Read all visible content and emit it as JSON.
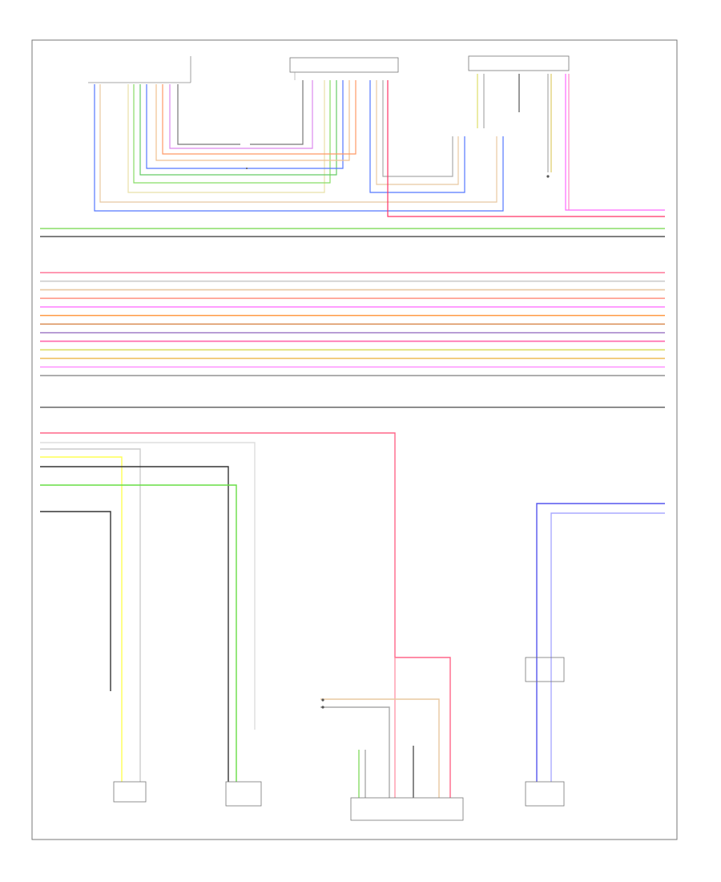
{
  "diagram": {
    "footer_label": "",
    "legend": [
      "",
      ""
    ],
    "top_components": [
      {
        "id": "c1",
        "label": ""
      },
      {
        "id": "c2",
        "label": ""
      },
      {
        "id": "c3",
        "label": ""
      }
    ],
    "bottom_components": [
      {
        "id": "b1",
        "label": ""
      },
      {
        "id": "b2",
        "label": ""
      },
      {
        "id": "b3",
        "label": ""
      },
      {
        "id": "b4",
        "label": ""
      }
    ],
    "ground_label": "",
    "bus": {
      "upper": [
        {
          "color": "#88dd66",
          "left_label": "",
          "right_label": ""
        },
        {
          "color": "#555555",
          "left_label": "",
          "right_label": ""
        }
      ],
      "main": [
        {
          "color": "#ff7799",
          "left_label": "",
          "right_label": ""
        },
        {
          "color": "#cccccc",
          "left_label": "",
          "right_label": ""
        },
        {
          "color": "#e8c8a0",
          "left_label": "",
          "right_label": ""
        },
        {
          "color": "#ff9988",
          "left_label": "",
          "right_label": ""
        },
        {
          "color": "#ff88ff",
          "left_label": "",
          "right_label": ""
        },
        {
          "color": "#ff9944",
          "left_label": "",
          "right_label": ""
        },
        {
          "color": "#dd9966",
          "left_label": "",
          "right_label": ""
        },
        {
          "color": "#aa88cc",
          "left_label": "",
          "right_label": ""
        },
        {
          "color": "#ff66aa",
          "left_label": "",
          "right_label": ""
        },
        {
          "color": "#dddd66",
          "left_label": "",
          "right_label": ""
        },
        {
          "color": "#eebb55",
          "left_label": "",
          "right_label": ""
        },
        {
          "color": "#ff99ff",
          "left_label": "",
          "right_label": ""
        },
        {
          "color": "#999999",
          "left_label": "",
          "right_label": ""
        }
      ],
      "lower": {
        "color": "#666666",
        "left_label": "",
        "right_label": ""
      }
    }
  }
}
